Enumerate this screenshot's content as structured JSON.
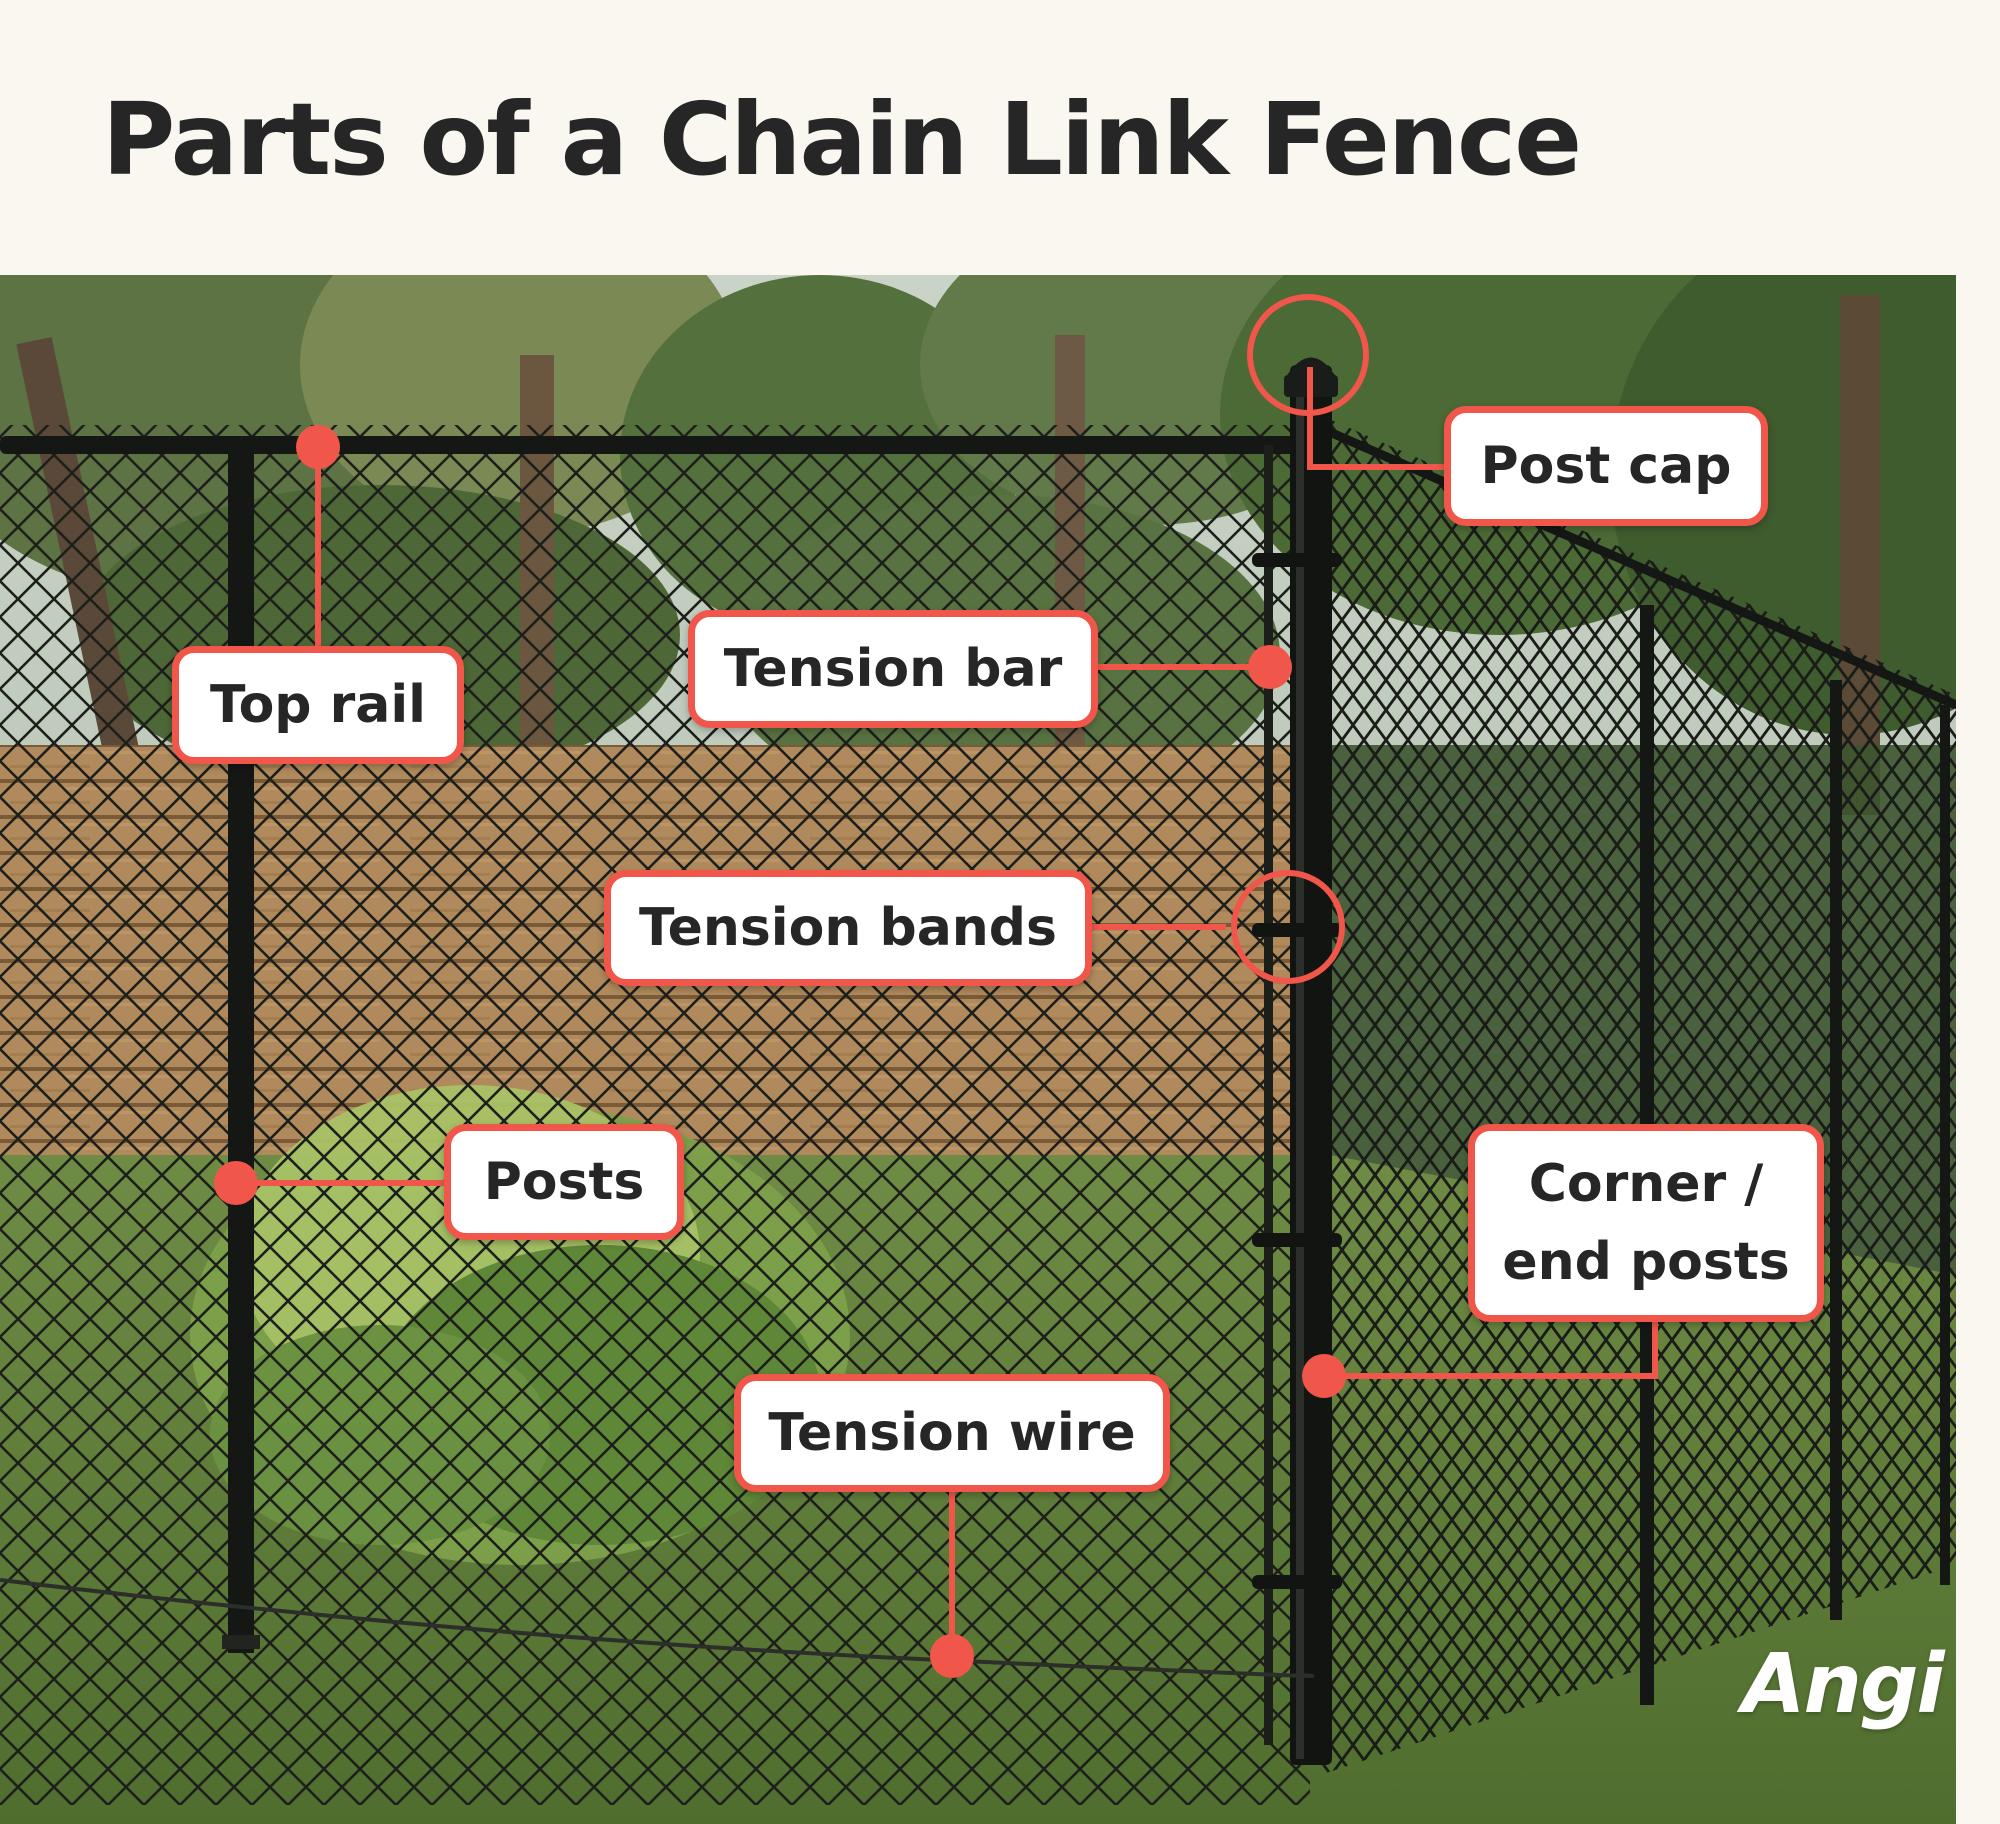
{
  "title": "Parts of a Chain Link Fence",
  "labels": {
    "post_cap": "Post cap",
    "top_rail": "Top rail",
    "tension_bar": "Tension bar",
    "tension_bands": "Tension bands",
    "posts": "Posts",
    "corner_end_posts_line1": "Corner /",
    "corner_end_posts_line2": "end posts",
    "tension_wire": "Tension wire"
  },
  "brand": "Angi",
  "colors": {
    "background": "#faf7f1",
    "accent": "#f0564a",
    "title_text": "#262626",
    "label_bg": "#ffffff"
  }
}
